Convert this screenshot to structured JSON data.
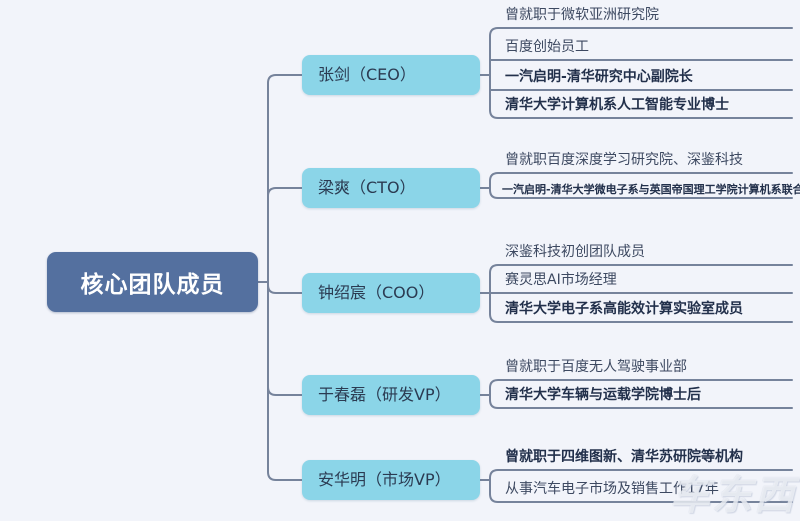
{
  "root": {
    "label": "核心团队成员"
  },
  "branches": [
    {
      "label": "张剑（CEO）",
      "leaves": [
        {
          "text": "曾就职于微软亚洲研究院",
          "bold": false
        },
        {
          "text": "百度创始员工",
          "bold": false
        },
        {
          "text": "一汽启明-清华研究中心副院长",
          "bold": true
        },
        {
          "text": "清华大学计算机系人工智能专业博士",
          "bold": true
        }
      ]
    },
    {
      "label": "梁爽（CTO）",
      "leaves": [
        {
          "text": "曾就职百度深度学习研究院、深鉴科技",
          "bold": false
        },
        {
          "text": "一汽启明-清华大学微电子系与英国帝国理工学院计算机系联合培养博士",
          "bold": true
        }
      ]
    },
    {
      "label": "钟绍宸（COO）",
      "leaves": [
        {
          "text": "深鉴科技初创团队成员",
          "bold": false
        },
        {
          "text": "赛灵思AI市场经理",
          "bold": false
        },
        {
          "text": "清华大学电子系高能效计算实验室成员",
          "bold": true
        }
      ]
    },
    {
      "label": "于春磊（研发VP）",
      "leaves": [
        {
          "text": "曾就职于百度无人驾驶事业部",
          "bold": false
        },
        {
          "text": "清华大学车辆与运载学院博士后",
          "bold": true
        }
      ]
    },
    {
      "label": "安华明（市场VP）",
      "leaves": [
        {
          "text": "曾就职于四维图新、清华苏研院等机构",
          "bold": true
        },
        {
          "text": "从事汽车电子市场及销售工作17年",
          "bold": false
        }
      ]
    }
  ],
  "watermark": "车东西",
  "colors": {
    "background": "#f2f4fa",
    "root_bg": "#54709f",
    "branch_bg": "#8bd5e8",
    "line": "#76839b",
    "leaf_text": "#3d4961",
    "leaf_text_bold": "#22304b"
  }
}
